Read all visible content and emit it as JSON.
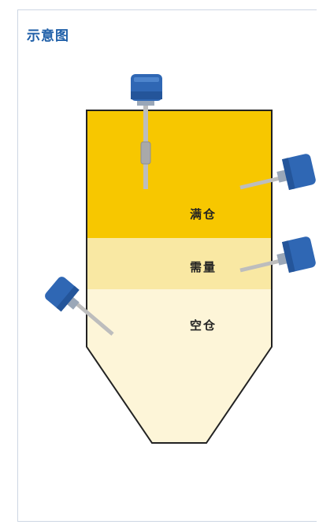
{
  "title": "示意图",
  "zones": {
    "full": "满仓",
    "demand": "需量",
    "empty": "空仓"
  },
  "colors": {
    "full": "#f7c700",
    "demand": "#f9e8a3",
    "empty": "#fdf5d8",
    "sensor": "#2f67b4",
    "rod": "#bdbdbd",
    "title": "#1f5fa8"
  }
}
